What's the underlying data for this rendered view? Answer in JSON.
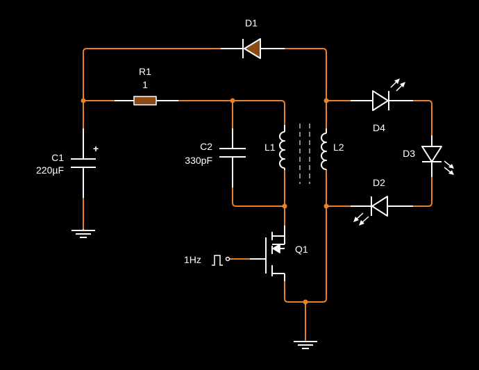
{
  "colors": {
    "background": "#000000",
    "wire": "#e8822a",
    "symbol": "#ffffff",
    "active_diode_fill": "#8b4a14",
    "resistor_fill": "#8b4a14"
  },
  "components": {
    "d1": {
      "ref": "D1"
    },
    "r1": {
      "ref": "R1",
      "value": "1"
    },
    "c1": {
      "ref": "C1",
      "value": "220µF",
      "polarity": "+"
    },
    "c2": {
      "ref": "C2",
      "value": "330pF"
    },
    "l1": {
      "ref": "L1"
    },
    "l2": {
      "ref": "L2"
    },
    "d2": {
      "ref": "D2"
    },
    "d3": {
      "ref": "D3"
    },
    "d4": {
      "ref": "D4"
    },
    "q1": {
      "ref": "Q1"
    },
    "source": {
      "label": "1Hz"
    }
  }
}
